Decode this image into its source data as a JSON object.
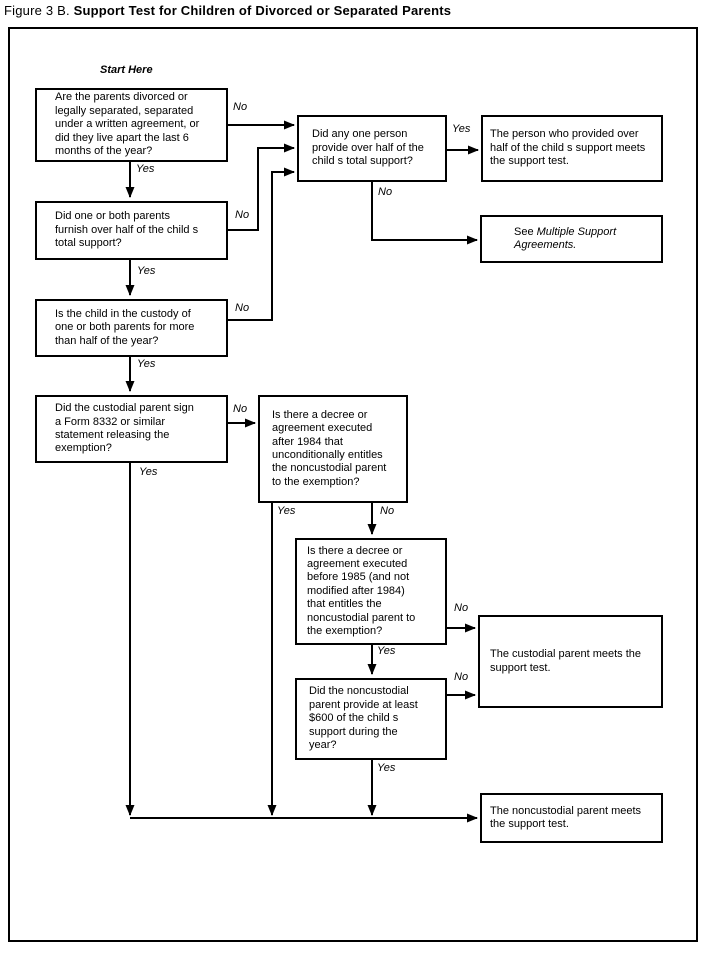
{
  "figure": {
    "label": "Figure 3 B.",
    "title": "Support Test for Children of Divorced or Separated Parents"
  },
  "flowchart": {
    "start_label": "Start Here",
    "edge_labels": {
      "yes": "Yes",
      "no": "No"
    },
    "boxes": {
      "q_divorced": "Are the parents divorced or\nlegally separated, separated\nunder a written agreement, or\ndid they live apart the last 6\nmonths of the year?",
      "q_one_person": "Did any one person\nprovide over half of the\nchild s total support?",
      "r_person_provided": "The person who provided over\nhalf of the child s support meets\nthe support test.",
      "r_multiple_support": {
        "pre": "See ",
        "italic": "Multiple Support\nAgreements."
      },
      "q_parents_furnish": "Did one or both parents\nfurnish over half of the child s\ntotal support?",
      "q_custody": "Is the child in the custody of\none or both parents for more\nthan half of the year?",
      "q_form_8332": "Did the custodial parent sign\na Form 8332 or similar\nstatement releasing the\nexemption?",
      "q_decree_after_1984": "Is there a decree or\nagreement executed\nafter 1984 that\nunconditionally entitles\nthe noncustodial parent\nto the exemption?",
      "q_decree_before_1985": "Is there a decree or\nagreement executed\nbefore 1985 (and not\nmodified after 1984)\nthat entitles the\nnoncustodial parent to\nthe exemption?",
      "q_600_support": "Did the noncustodial\nparent provide at least\n$600 of the child s\nsupport during the\nyear?",
      "r_custodial_meets": "The custodial parent meets the\nsupport test.",
      "r_noncustodial_meets": "The noncustodial parent meets\nthe support test."
    },
    "colors": {
      "line": "#000000",
      "background": "#ffffff"
    }
  }
}
